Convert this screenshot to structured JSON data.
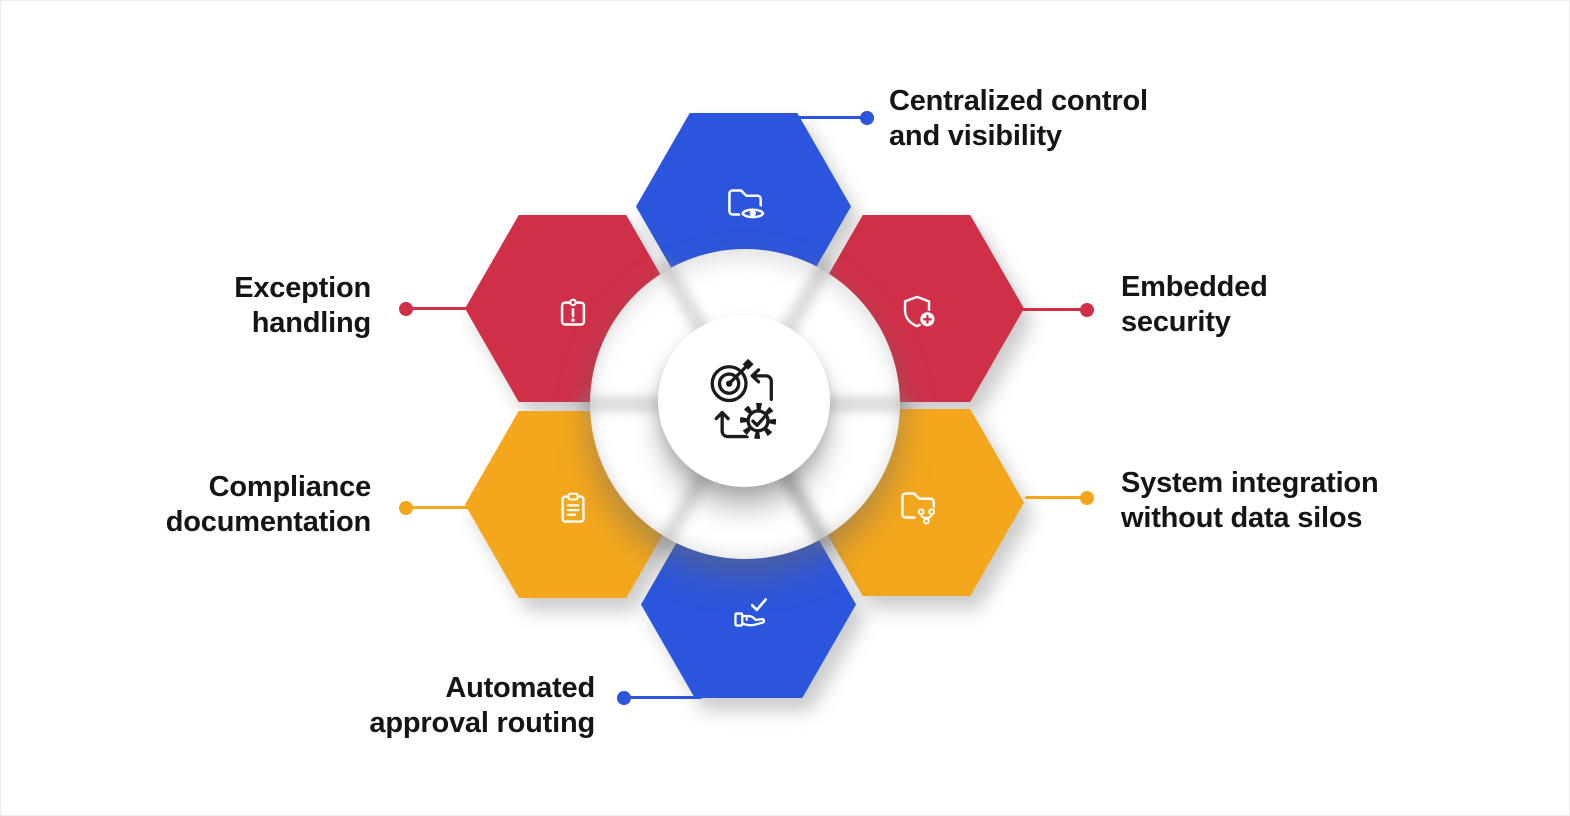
{
  "diagram": {
    "type": "hexagon-cycle-infographic",
    "description": "Six hexagonal feature nodes arranged around a central goal/process icon"
  },
  "colors": {
    "blue": "#2B55DC",
    "red": "#CF3048",
    "yellow": "#F4A71C",
    "ink": "#151515",
    "bg": "#ffffff"
  },
  "center": {
    "icon": "target-gear-cycle-icon"
  },
  "items": [
    {
      "id": "centralized-control",
      "position": "top",
      "color": "blue",
      "icon": "folder-eye-icon",
      "line1": "Centralized control",
      "line2": "and visibility"
    },
    {
      "id": "exception-handling",
      "position": "top-left",
      "color": "red",
      "icon": "alert-box-icon",
      "line1": "Exception",
      "line2": "handling"
    },
    {
      "id": "embedded-security",
      "position": "top-right",
      "color": "red",
      "icon": "shield-plus-icon",
      "line1": "Embedded",
      "line2": "security"
    },
    {
      "id": "compliance-documentation",
      "position": "bottom-left",
      "color": "yellow",
      "icon": "clipboard-list-icon",
      "line1": "Compliance",
      "line2": "documentation"
    },
    {
      "id": "system-integration",
      "position": "bottom-right",
      "color": "yellow",
      "icon": "folder-branch-icon",
      "line1": "System integration",
      "line2": "without data silos"
    },
    {
      "id": "automated-approval",
      "position": "bottom",
      "color": "blue",
      "icon": "hand-check-icon",
      "line1": "Automated",
      "line2": "approval routing"
    }
  ]
}
